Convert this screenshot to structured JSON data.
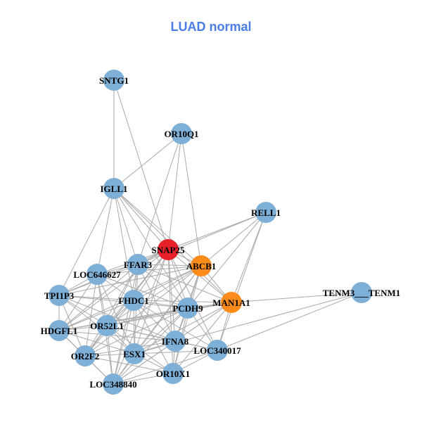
{
  "title": "LUAD normal",
  "colors": {
    "title": "#4a7de8",
    "node_default": "#7eafd6",
    "hub": "#e8202a",
    "secondary": "#ff8c1a",
    "edge": "#aaaaaa"
  },
  "nodes": [
    {
      "id": "SNTG1",
      "label": "SNTG1",
      "role": "default"
    },
    {
      "id": "OR10Q1",
      "label": "OR10Q1",
      "role": "default"
    },
    {
      "id": "IGLL1",
      "label": "IGLL1",
      "role": "default"
    },
    {
      "id": "RELL1",
      "label": "RELL1",
      "role": "default"
    },
    {
      "id": "SNAP25",
      "label": "SNAP25",
      "role": "hub"
    },
    {
      "id": "ABCB1",
      "label": "ABCB1",
      "role": "secondary"
    },
    {
      "id": "FFAR3",
      "label": "FFAR3",
      "role": "default"
    },
    {
      "id": "LOC646627",
      "label": "LOC646627",
      "role": "default"
    },
    {
      "id": "MAN1A1",
      "label": "MAN1A1",
      "role": "secondary"
    },
    {
      "id": "TENM3___TENM1",
      "label": "TENM3___TENM1",
      "role": "default"
    },
    {
      "id": "TPI1P3",
      "label": "TPI1P3",
      "role": "default"
    },
    {
      "id": "FHDC1",
      "label": "FHDC1",
      "role": "default"
    },
    {
      "id": "PCDH9",
      "label": "PCDH9",
      "role": "default"
    },
    {
      "id": "HDGFL1",
      "label": "HDGFL1",
      "role": "default"
    },
    {
      "id": "OR52L1",
      "label": "OR52L1",
      "role": "default"
    },
    {
      "id": "IFNA8",
      "label": "IFNA8",
      "role": "default"
    },
    {
      "id": "LOC340017",
      "label": "LOC340017",
      "role": "default"
    },
    {
      "id": "OR2F2",
      "label": "OR2F2",
      "role": "default"
    },
    {
      "id": "ESX1",
      "label": "ESX1",
      "role": "default"
    },
    {
      "id": "OR10X1",
      "label": "OR10X1",
      "role": "default"
    },
    {
      "id": "LOC348840",
      "label": "LOC348840",
      "role": "default"
    }
  ],
  "edges": [
    [
      "SNTG1",
      "IGLL1"
    ],
    [
      "SNTG1",
      "SNAP25"
    ],
    [
      "OR10Q1",
      "IGLL1"
    ],
    [
      "OR10Q1",
      "SNAP25"
    ],
    [
      "OR10Q1",
      "ABCB1"
    ],
    [
      "OR10Q1",
      "FFAR3"
    ],
    [
      "IGLL1",
      "SNAP25"
    ],
    [
      "IGLL1",
      "ABCB1"
    ],
    [
      "IGLL1",
      "FFAR3"
    ],
    [
      "IGLL1",
      "LOC646627"
    ],
    [
      "IGLL1",
      "TPI1P3"
    ],
    [
      "IGLL1",
      "FHDC1"
    ],
    [
      "IGLL1",
      "MAN1A1"
    ],
    [
      "IGLL1",
      "PCDH9"
    ],
    [
      "RELL1",
      "SNAP25"
    ],
    [
      "RELL1",
      "ABCB1"
    ],
    [
      "RELL1",
      "MAN1A1"
    ],
    [
      "RELL1",
      "FFAR3"
    ],
    [
      "RELL1",
      "PCDH9"
    ],
    [
      "RELL1",
      "LOC340017"
    ],
    [
      "SNAP25",
      "ABCB1"
    ],
    [
      "SNAP25",
      "MAN1A1"
    ],
    [
      "SNAP25",
      "FFAR3"
    ],
    [
      "SNAP25",
      "LOC646627"
    ],
    [
      "SNAP25",
      "TPI1P3"
    ],
    [
      "SNAP25",
      "FHDC1"
    ],
    [
      "SNAP25",
      "PCDH9"
    ],
    [
      "SNAP25",
      "HDGFL1"
    ],
    [
      "SNAP25",
      "OR52L1"
    ],
    [
      "SNAP25",
      "IFNA8"
    ],
    [
      "SNAP25",
      "LOC340017"
    ],
    [
      "SNAP25",
      "OR2F2"
    ],
    [
      "SNAP25",
      "ESX1"
    ],
    [
      "SNAP25",
      "OR10X1"
    ],
    [
      "SNAP25",
      "LOC348840"
    ],
    [
      "ABCB1",
      "MAN1A1"
    ],
    [
      "ABCB1",
      "FFAR3"
    ],
    [
      "ABCB1",
      "LOC646627"
    ],
    [
      "ABCB1",
      "TPI1P3"
    ],
    [
      "ABCB1",
      "FHDC1"
    ],
    [
      "ABCB1",
      "PCDH9"
    ],
    [
      "ABCB1",
      "HDGFL1"
    ],
    [
      "ABCB1",
      "OR52L1"
    ],
    [
      "ABCB1",
      "IFNA8"
    ],
    [
      "ABCB1",
      "OR2F2"
    ],
    [
      "ABCB1",
      "ESX1"
    ],
    [
      "ABCB1",
      "OR10X1"
    ],
    [
      "ABCB1",
      "LOC348840"
    ],
    [
      "MAN1A1",
      "TENM3___TENM1"
    ],
    [
      "MAN1A1",
      "FHDC1"
    ],
    [
      "MAN1A1",
      "PCDH9"
    ],
    [
      "MAN1A1",
      "OR52L1"
    ],
    [
      "MAN1A1",
      "IFNA8"
    ],
    [
      "MAN1A1",
      "LOC340017"
    ],
    [
      "MAN1A1",
      "ESX1"
    ],
    [
      "MAN1A1",
      "OR10X1"
    ],
    [
      "MAN1A1",
      "LOC348840"
    ],
    [
      "MAN1A1",
      "HDGFL1"
    ],
    [
      "MAN1A1",
      "FFAR3"
    ],
    [
      "TENM3___TENM1",
      "LOC340017"
    ],
    [
      "TENM3___TENM1",
      "ESX1"
    ],
    [
      "FFAR3",
      "LOC646627"
    ],
    [
      "FFAR3",
      "TPI1P3"
    ],
    [
      "FFAR3",
      "FHDC1"
    ],
    [
      "FFAR3",
      "PCDH9"
    ],
    [
      "FFAR3",
      "HDGFL1"
    ],
    [
      "FFAR3",
      "OR52L1"
    ],
    [
      "FFAR3",
      "IFNA8"
    ],
    [
      "FFAR3",
      "OR2F2"
    ],
    [
      "FFAR3",
      "ESX1"
    ],
    [
      "FFAR3",
      "LOC348840"
    ],
    [
      "LOC646627",
      "TPI1P3"
    ],
    [
      "LOC646627",
      "FHDC1"
    ],
    [
      "LOC646627",
      "PCDH9"
    ],
    [
      "LOC646627",
      "HDGFL1"
    ],
    [
      "LOC646627",
      "OR52L1"
    ],
    [
      "LOC646627",
      "OR2F2"
    ],
    [
      "LOC646627",
      "ESX1"
    ],
    [
      "LOC646627",
      "LOC348840"
    ],
    [
      "TPI1P3",
      "FHDC1"
    ],
    [
      "TPI1P3",
      "PCDH9"
    ],
    [
      "TPI1P3",
      "HDGFL1"
    ],
    [
      "TPI1P3",
      "OR52L1"
    ],
    [
      "TPI1P3",
      "OR2F2"
    ],
    [
      "TPI1P3",
      "ESX1"
    ],
    [
      "TPI1P3",
      "IFNA8"
    ],
    [
      "FHDC1",
      "PCDH9"
    ],
    [
      "FHDC1",
      "HDGFL1"
    ],
    [
      "FHDC1",
      "OR52L1"
    ],
    [
      "FHDC1",
      "IFNA8"
    ],
    [
      "FHDC1",
      "OR2F2"
    ],
    [
      "FHDC1",
      "ESX1"
    ],
    [
      "FHDC1",
      "OR10X1"
    ],
    [
      "FHDC1",
      "LOC348840"
    ],
    [
      "FHDC1",
      "LOC340017"
    ],
    [
      "PCDH9",
      "HDGFL1"
    ],
    [
      "PCDH9",
      "OR52L1"
    ],
    [
      "PCDH9",
      "IFNA8"
    ],
    [
      "PCDH9",
      "LOC340017"
    ],
    [
      "PCDH9",
      "ESX1"
    ],
    [
      "PCDH9",
      "OR10X1"
    ],
    [
      "PCDH9",
      "OR2F2"
    ],
    [
      "PCDH9",
      "LOC348840"
    ],
    [
      "HDGFL1",
      "OR52L1"
    ],
    [
      "HDGFL1",
      "OR2F2"
    ],
    [
      "HDGFL1",
      "ESX1"
    ],
    [
      "HDGFL1",
      "LOC348840"
    ],
    [
      "HDGFL1",
      "IFNA8"
    ],
    [
      "OR52L1",
      "IFNA8"
    ],
    [
      "OR52L1",
      "OR2F2"
    ],
    [
      "OR52L1",
      "ESX1"
    ],
    [
      "OR52L1",
      "OR10X1"
    ],
    [
      "OR52L1",
      "LOC348840"
    ],
    [
      "OR52L1",
      "LOC340017"
    ],
    [
      "IFNA8",
      "LOC340017"
    ],
    [
      "IFNA8",
      "ESX1"
    ],
    [
      "IFNA8",
      "OR10X1"
    ],
    [
      "IFNA8",
      "LOC348840"
    ],
    [
      "IFNA8",
      "OR2F2"
    ],
    [
      "LOC340017",
      "OR10X1"
    ],
    [
      "LOC340017",
      "ESX1"
    ],
    [
      "LOC340017",
      "LOC348840"
    ],
    [
      "OR2F2",
      "ESX1"
    ],
    [
      "OR2F2",
      "LOC348840"
    ],
    [
      "OR2F2",
      "OR10X1"
    ],
    [
      "ESX1",
      "OR10X1"
    ],
    [
      "ESX1",
      "LOC348840"
    ],
    [
      "OR10X1",
      "LOC348840"
    ]
  ]
}
